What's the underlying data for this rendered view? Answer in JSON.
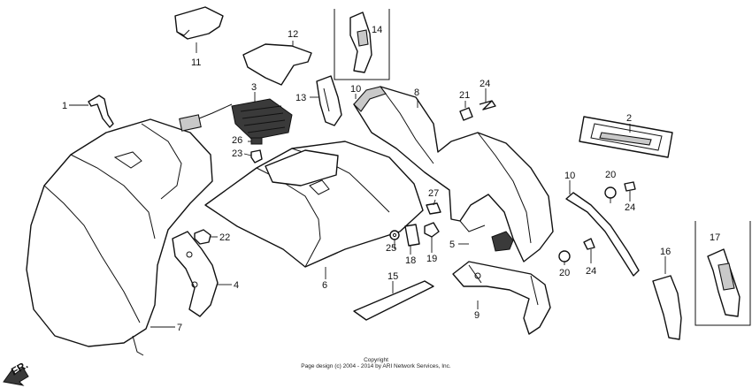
{
  "callouts": [
    "1",
    "2",
    "3",
    "4",
    "5",
    "6",
    "7",
    "8",
    "9",
    "10",
    "10",
    "11",
    "12",
    "13",
    "14",
    "15",
    "16",
    "17",
    "18",
    "19",
    "20",
    "20",
    "21",
    "22",
    "23",
    "24",
    "24",
    "24",
    "25",
    "26",
    "27"
  ],
  "direction_label": "FR.",
  "copyright": {
    "line1": "Copyright",
    "line2": "Page design (c) 2004 - 2014 by ARI Network Services, Inc."
  }
}
